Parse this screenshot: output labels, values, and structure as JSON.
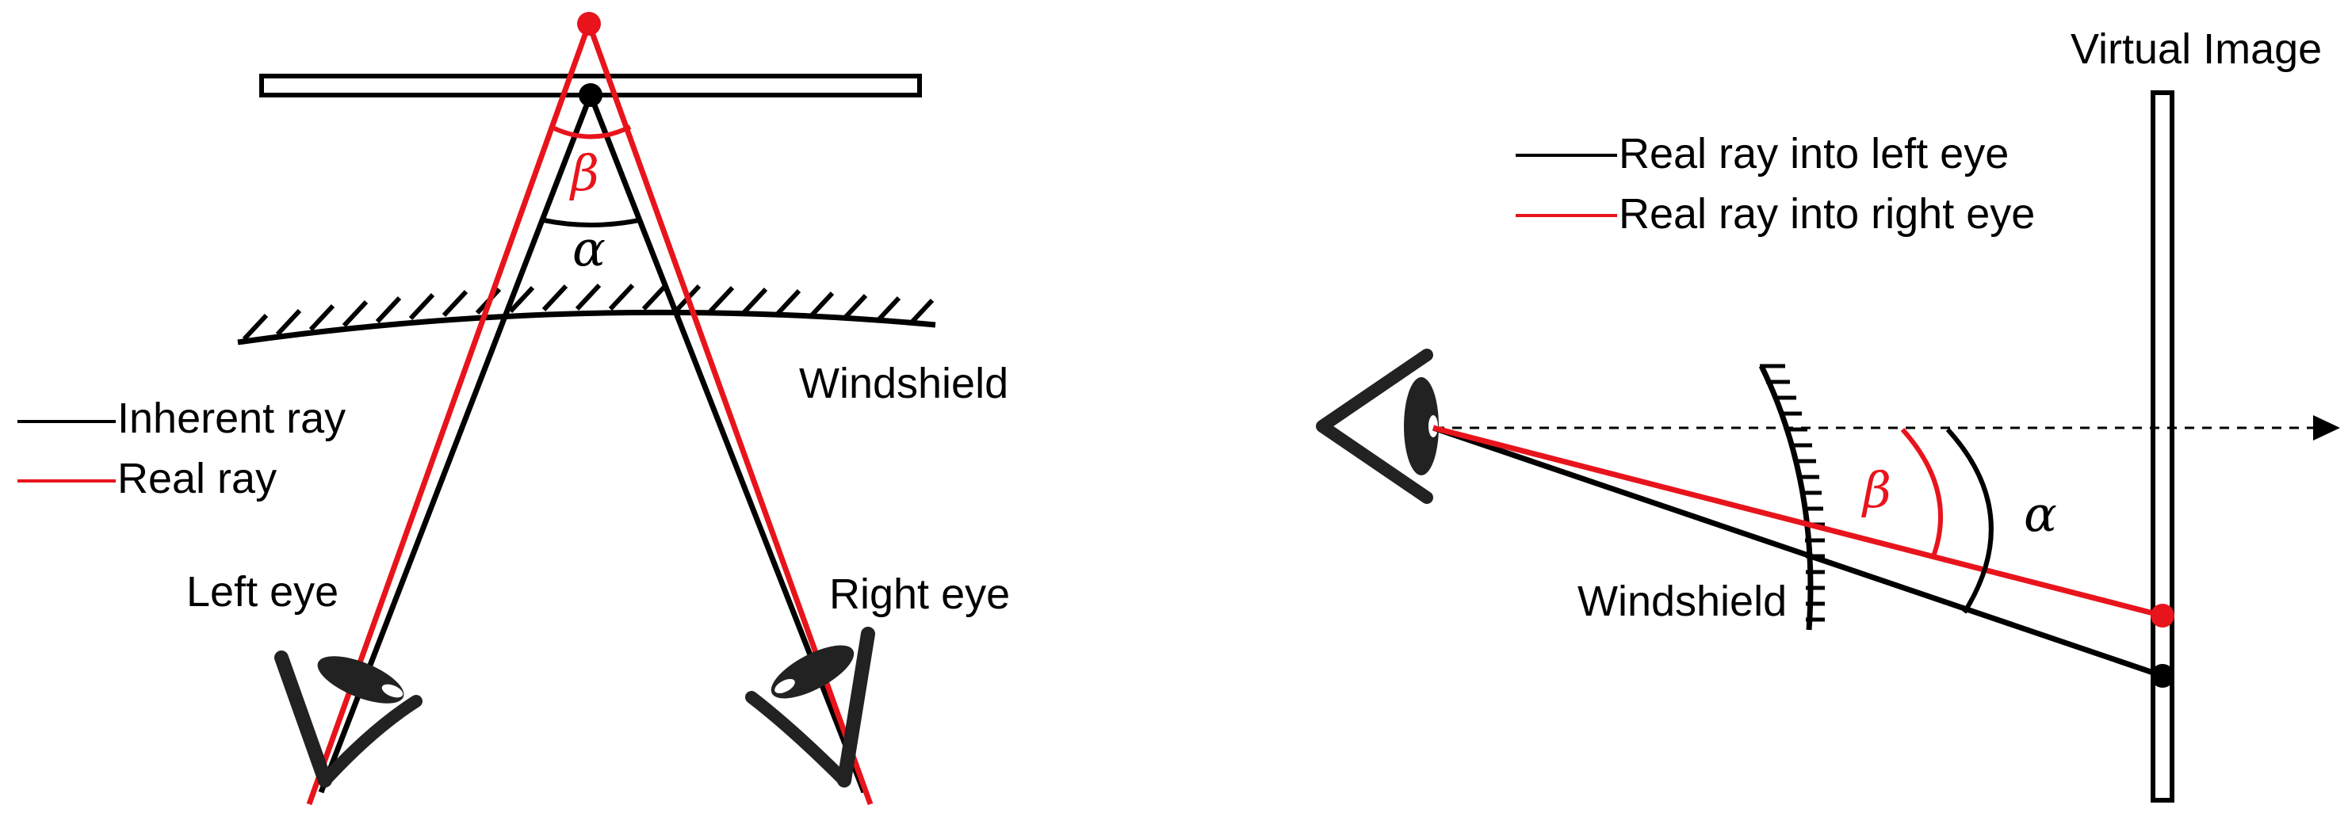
{
  "left_diagram": {
    "legend": {
      "inherent": "Inherent ray",
      "real": "Real ray"
    },
    "windshield_label": "Windshield",
    "left_eye_label": "Left eye",
    "right_eye_label": "Right eye",
    "alpha": "α",
    "beta": "β"
  },
  "right_diagram": {
    "legend": {
      "left_eye_ray": "Real ray into left eye",
      "right_eye_ray": "Real ray into right eye"
    },
    "virtual_image_label": "Virtual Image",
    "windshield_label": "Windshield",
    "alpha": "α",
    "beta": "β"
  },
  "colors": {
    "inherent": "#000000",
    "real": "#e8141c"
  }
}
